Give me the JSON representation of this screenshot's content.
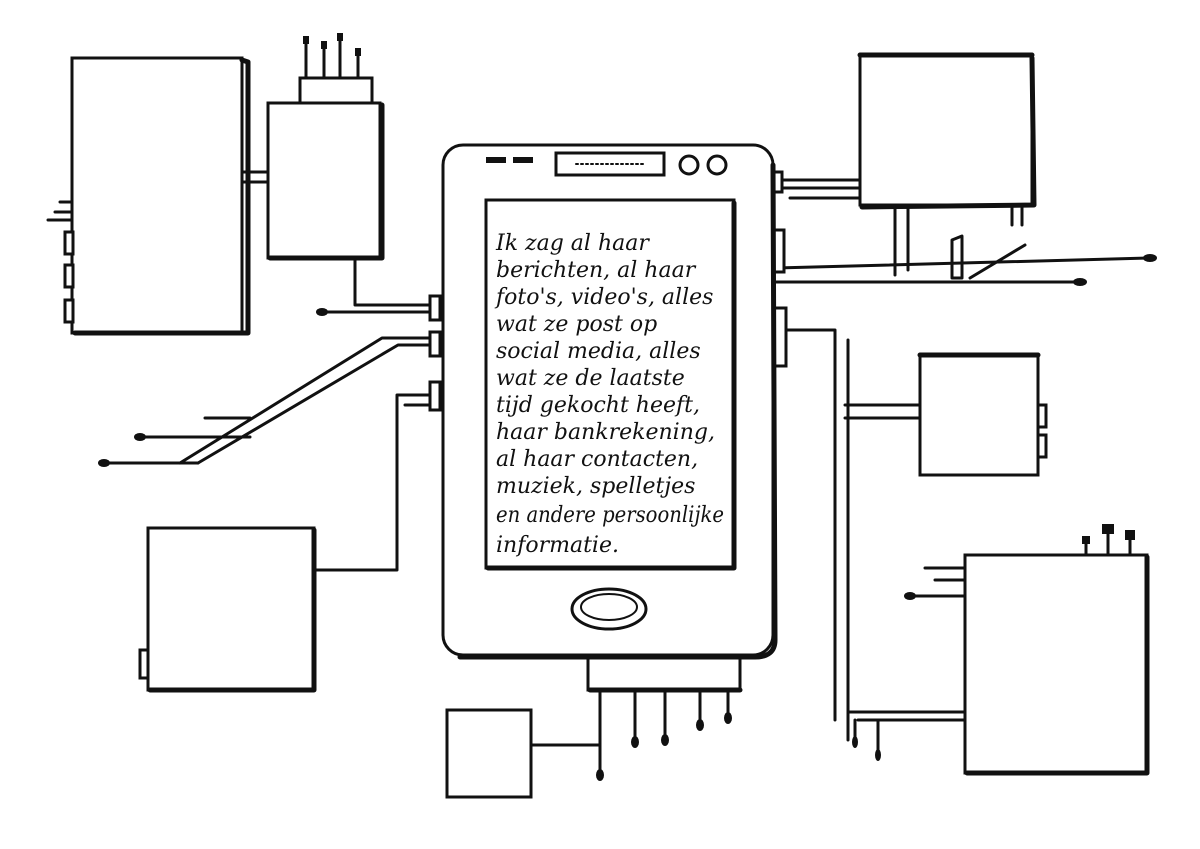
{
  "phone": {
    "screen_lines": [
      "Ik zag al haar",
      "berichten, al haar",
      "foto's, video's, alles",
      "wat ze post op",
      "social media, alles",
      "wat ze de laatste",
      "tijd gekocht heeft,",
      "haar bankrekening,",
      "al haar contacten,",
      "muziek, spelletjes",
      "en andere persoonlijke",
      "informatie."
    ]
  },
  "colors": {
    "ink": "#111111",
    "paper": "#ffffff"
  }
}
